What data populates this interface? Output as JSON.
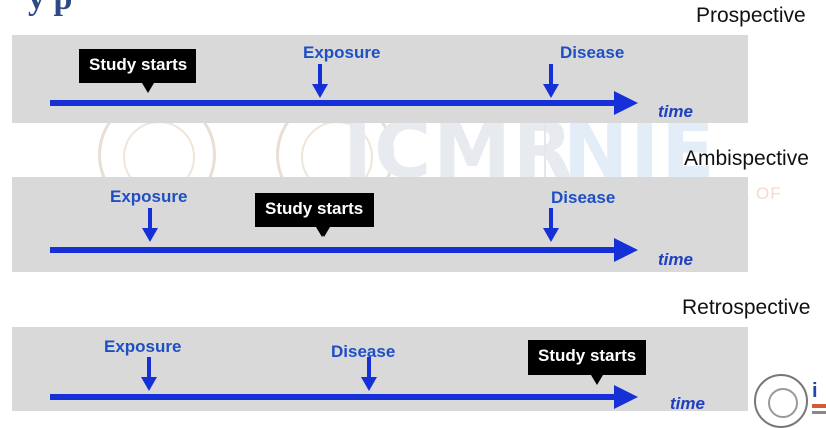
{
  "header": {
    "title_fragment": "y p"
  },
  "watermark": {
    "brand_left": "ICMR",
    "brand_right": "NIE",
    "subtitle_fragment": "E OF"
  },
  "rows": {
    "prospective": {
      "label": "Prospective",
      "study_starts": "Study starts",
      "exposure": "Exposure",
      "disease": "Disease",
      "time": "time"
    },
    "ambispective": {
      "label": "Ambispective",
      "exposure": "Exposure",
      "study_starts": "Study starts",
      "disease": "Disease",
      "time": "time"
    },
    "retrospective": {
      "label": "Retrospective",
      "exposure": "Exposure",
      "disease": "Disease",
      "study_starts": "Study starts",
      "time": "time"
    }
  },
  "colors": {
    "axis": "#1530d6",
    "event_text": "#1f4fc4",
    "panel": "#d9d9d9",
    "callout": "#000000"
  },
  "icons": {
    "watermark_seal": "emblem-seal-icon",
    "corner_logo": "institute-logo-icon"
  }
}
